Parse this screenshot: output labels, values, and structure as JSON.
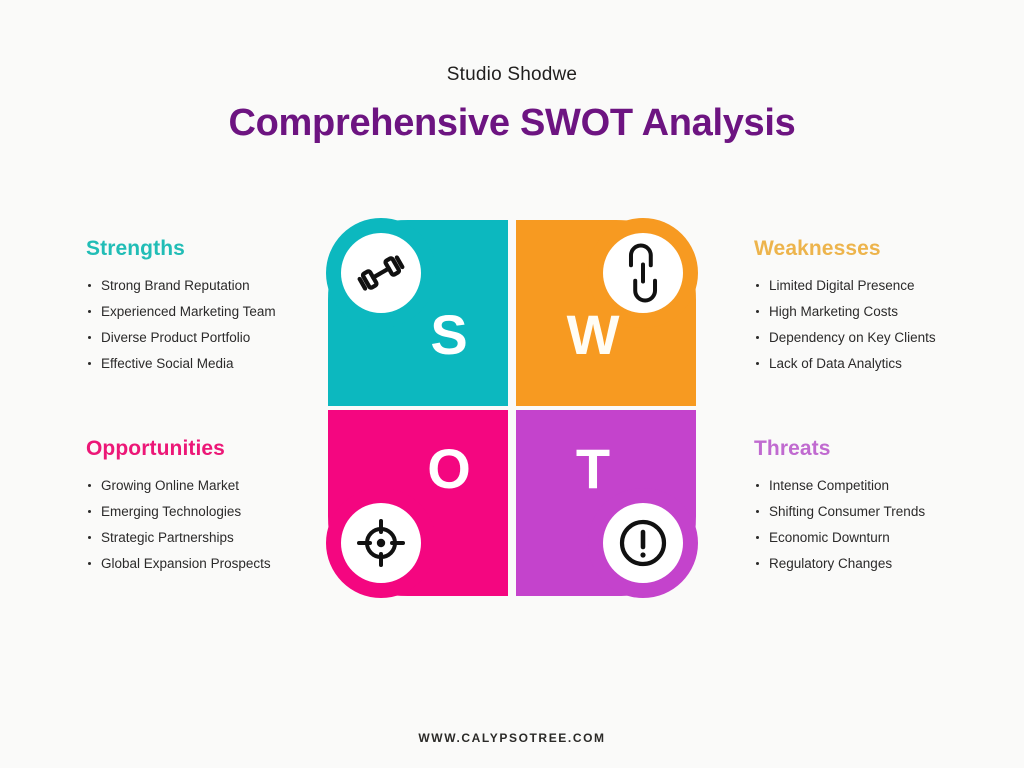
{
  "header": {
    "brand": "Studio Shodwe",
    "title": "Comprehensive SWOT Analysis"
  },
  "colors": {
    "background": "#fafaf9",
    "title": "#6d1481",
    "brand": "#211f1e",
    "strengths": "#0cb8bf",
    "weaknesses": "#f79a21",
    "opportunities": "#f40680",
    "threats": "#c443cc",
    "strengths_heading": "#21bdb6",
    "weaknesses_heading": "#edb44c",
    "opportunities_heading": "#ec1777",
    "threats_heading": "#c06ad0",
    "bullet_text": "#2b2a2a",
    "petal_letter": "#ffffff",
    "icon_circle": "#ffffff",
    "icon_stroke": "#111111"
  },
  "quadrants": {
    "strengths": {
      "heading": "Strengths",
      "letter": "S",
      "icon": "dumbbell-icon",
      "items": [
        "Strong Brand Reputation",
        "Experienced Marketing Team",
        "Diverse Product Portfolio",
        "Effective Social Media"
      ]
    },
    "weaknesses": {
      "heading": "Weaknesses",
      "letter": "W",
      "icon": "link-chain-icon",
      "items": [
        "Limited Digital Presence",
        "High Marketing Costs",
        "Dependency on Key Clients",
        "Lack of Data Analytics"
      ]
    },
    "opportunities": {
      "heading": "Opportunities",
      "letter": "O",
      "icon": "target-crosshair-icon",
      "items": [
        "Growing Online Market",
        "Emerging Technologies",
        "Strategic Partnerships",
        "Global Expansion Prospects"
      ]
    },
    "threats": {
      "heading": "Threats",
      "letter": "T",
      "icon": "exclamation-circle-icon",
      "items": [
        "Intense Competition",
        "Shifting Consumer Trends",
        "Economic Downturn",
        "Regulatory Changes"
      ]
    }
  },
  "footer": {
    "website": "WWW.CALYPSOTREE.COM"
  }
}
